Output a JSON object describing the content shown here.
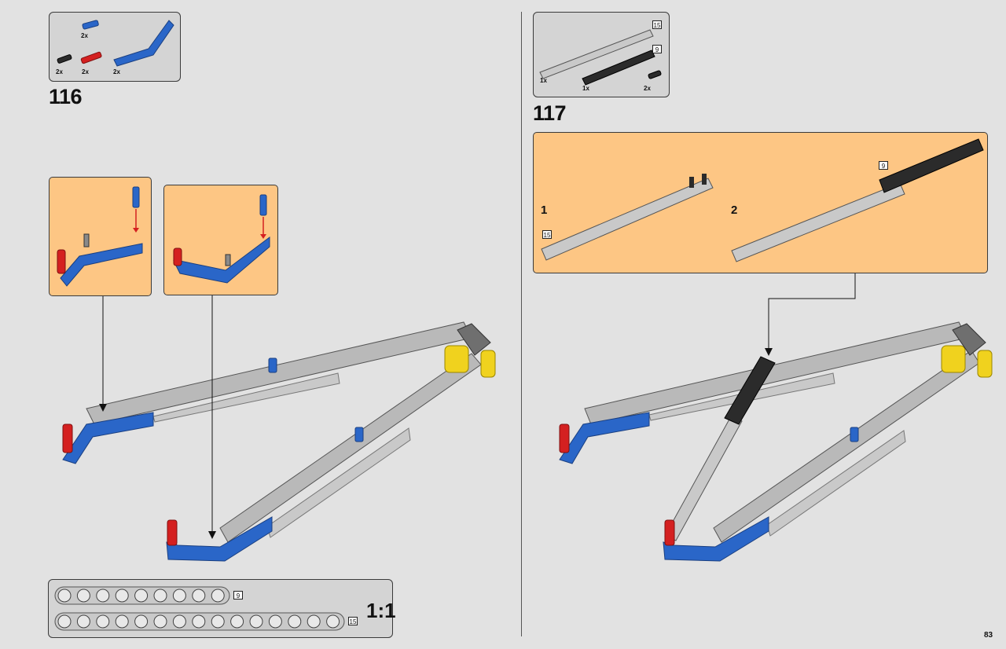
{
  "steps": [
    {
      "number": "116",
      "parts": [
        {
          "name": "blue-axle-pin",
          "qty": "2x"
        },
        {
          "name": "black-friction-pin",
          "qty": "2x"
        },
        {
          "name": "red-axle-pin",
          "qty": "2x"
        },
        {
          "name": "blue-angled-beam",
          "qty": "2x"
        }
      ]
    },
    {
      "number": "117",
      "parts": [
        {
          "name": "gray-beam-15",
          "qty": "1x",
          "length": "15"
        },
        {
          "name": "black-beam-9",
          "qty": "1x",
          "length": "9"
        },
        {
          "name": "black-friction-pin",
          "qty": "2x"
        }
      ],
      "substeps": [
        {
          "label": "1",
          "length": "15"
        },
        {
          "label": "2",
          "length": "9"
        }
      ]
    }
  ],
  "scale_ruler": {
    "lengths": [
      "9",
      "15"
    ],
    "ratio": "1:1"
  },
  "page_number": "83",
  "colors": {
    "background": "#e2e2e2",
    "callout": "#fdc684",
    "gray_beam": "#b9b9b9",
    "blue_part": "#2a66c8",
    "red_pin": "#d42020",
    "yellow_part": "#f0d21e",
    "black_beam": "#2b2b2b"
  }
}
